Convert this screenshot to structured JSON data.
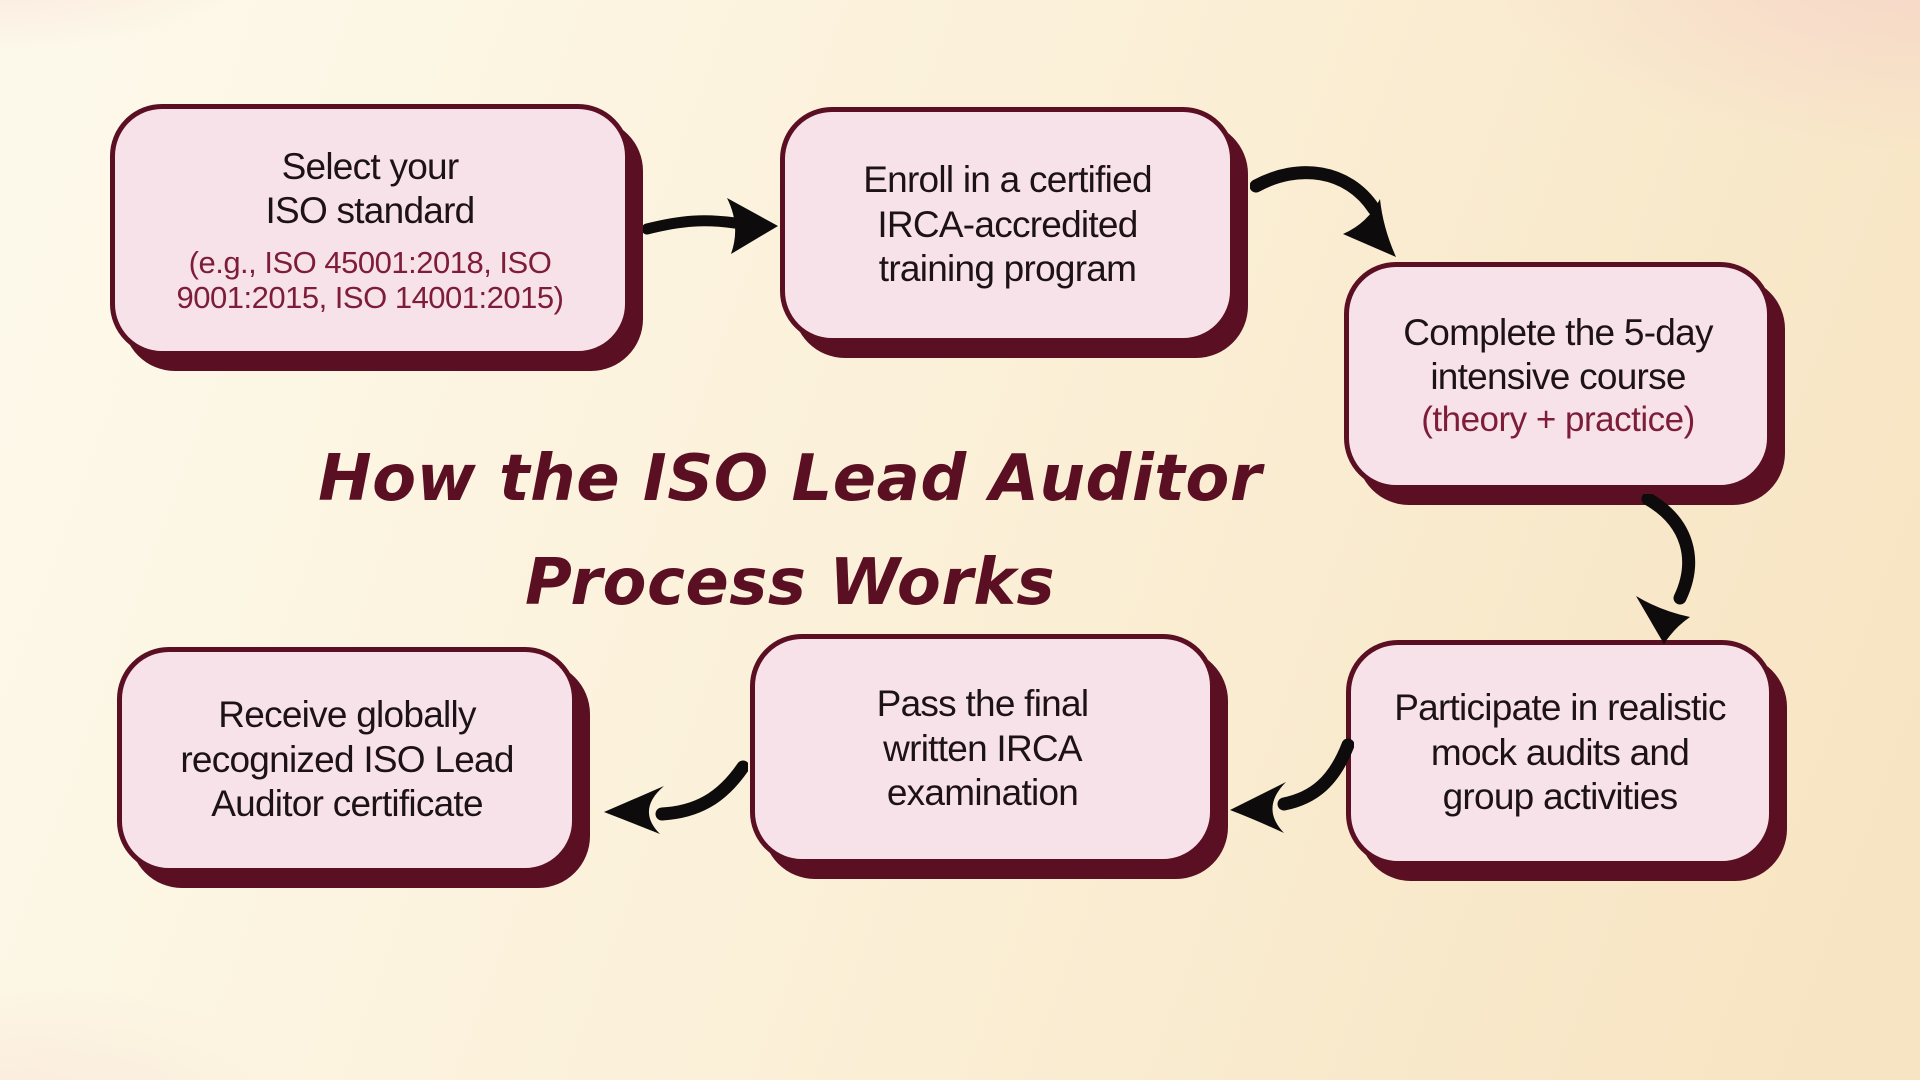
{
  "title": {
    "lines": [
      "How the ISO Lead Auditor",
      "Process Works"
    ]
  },
  "steps": [
    {
      "name": "select-iso-standard",
      "lines": [
        "Select your",
        "ISO standard"
      ],
      "sublines": [
        "(e.g., ISO 45001:2018, ISO",
        "9001:2015, ISO 14001:2015)"
      ]
    },
    {
      "name": "enroll-training",
      "lines": [
        "Enroll in a certified",
        "IRCA-accredited",
        "training program"
      ]
    },
    {
      "name": "complete-course",
      "lines": [
        "Complete the 5-day",
        "intensive course"
      ],
      "sublines": [
        "(theory + practice)"
      ]
    },
    {
      "name": "mock-audits",
      "lines": [
        "Participate in realistic",
        "mock audits and",
        "group activities"
      ]
    },
    {
      "name": "final-exam",
      "lines": [
        "Pass the final",
        "written IRCA",
        "examination"
      ]
    },
    {
      "name": "certificate",
      "lines": [
        "Receive globally",
        "recognized ISO Lead",
        "Auditor certificate"
      ]
    }
  ],
  "flow": [
    {
      "from": "select-iso-standard",
      "to": "enroll-training"
    },
    {
      "from": "enroll-training",
      "to": "complete-course"
    },
    {
      "from": "complete-course",
      "to": "mock-audits"
    },
    {
      "from": "mock-audits",
      "to": "final-exam"
    },
    {
      "from": "final-exam",
      "to": "certificate"
    }
  ],
  "colors": {
    "box_fill": "#f8e2e9",
    "box_border": "#5a0f23",
    "text_dark": "#1d1317",
    "text_maroon": "#7d1d3a",
    "title": "#5a0f23",
    "arrow": "#0d0b0c",
    "background_light": "#fdf9ea",
    "background_peach": "#f7e4c2",
    "background_pink_tint": "#f6d3c9"
  }
}
